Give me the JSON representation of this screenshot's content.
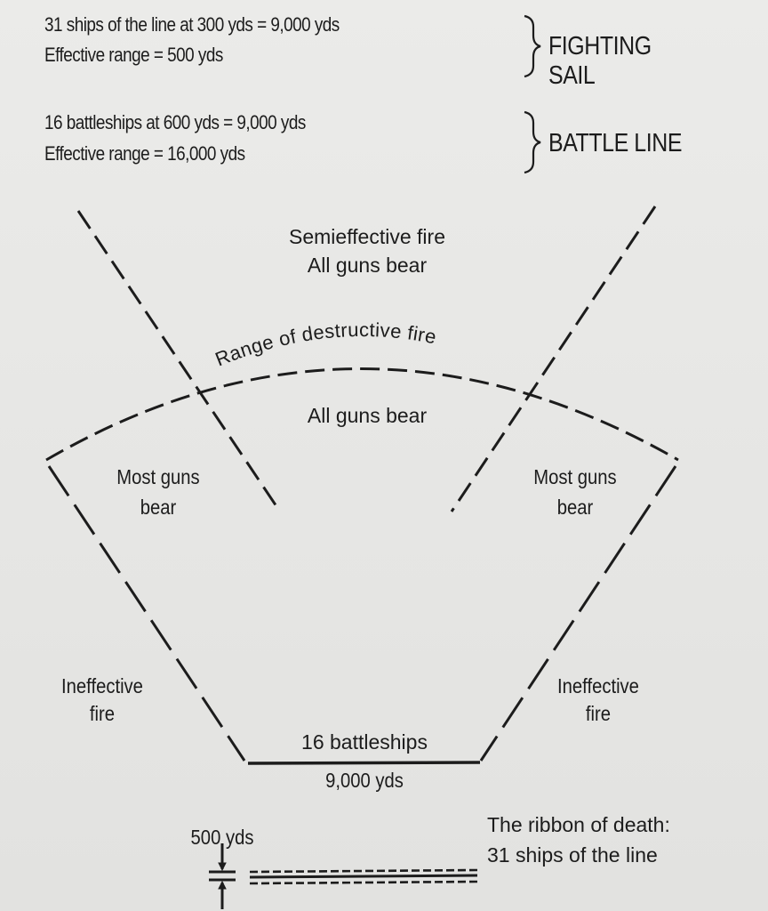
{
  "header": {
    "fighting_sail": {
      "line1": "31 ships of the line at 300 yds = 9,000 yds",
      "line2": "Effective range = 500 yds",
      "label_line1": "FIGHTING",
      "label_line2": "SAIL"
    },
    "battle_line": {
      "line1": "16 battleships at 600 yds = 9,000 yds",
      "line2": "Effective range = 16,000 yds",
      "label": "BATTLE LINE"
    }
  },
  "diagram": {
    "zones": {
      "semieffective_line1": "Semieffective fire",
      "semieffective_line2": "All guns bear",
      "arc_label": "Range of destructive fire",
      "inner_all_guns": "All guns bear",
      "left_most_line1": "Most guns",
      "left_most_line2": "bear",
      "right_most_line1": "Most guns",
      "right_most_line2": "bear",
      "left_ineffective_line1": "Ineffective",
      "left_ineffective_line2": "fire",
      "right_ineffective_line1": "Ineffective",
      "right_ineffective_line2": "fire"
    },
    "baseline": {
      "top_label": "16 battleships",
      "bottom_label": "9,000 yds"
    },
    "ribbon": {
      "scale_label": "500 yds",
      "caption_line1": "The ribbon of death:",
      "caption_line2": "31 ships of the line"
    }
  },
  "colors": {
    "paper": "#e9e9e7",
    "ink": "#1c1c1c"
  }
}
